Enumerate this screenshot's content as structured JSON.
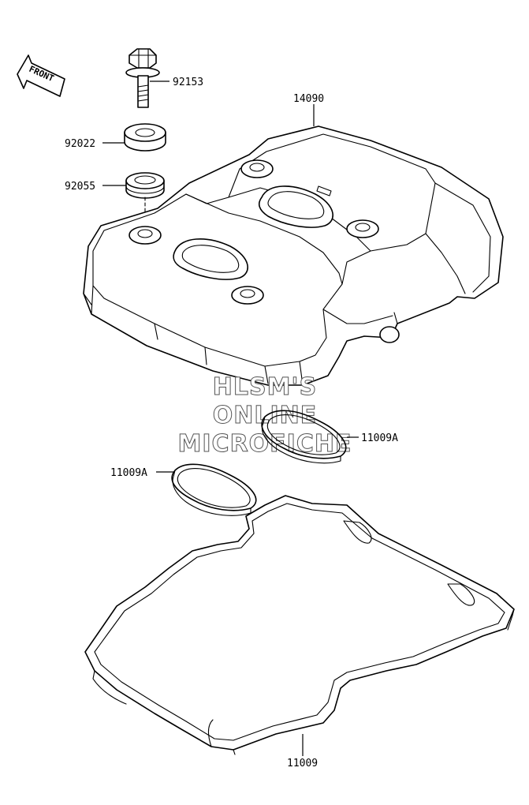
{
  "orientation": {
    "label": "FRONT"
  },
  "watermark": {
    "line1": "HLSM'S",
    "line2": "ONLINE",
    "line3": "MICROFICHE"
  },
  "parts": [
    {
      "number": "92153"
    },
    {
      "number": "14090"
    },
    {
      "number": "92022"
    },
    {
      "number": "92055"
    },
    {
      "number": "11009A"
    },
    {
      "number": "11009A"
    },
    {
      "number": "11009"
    }
  ]
}
